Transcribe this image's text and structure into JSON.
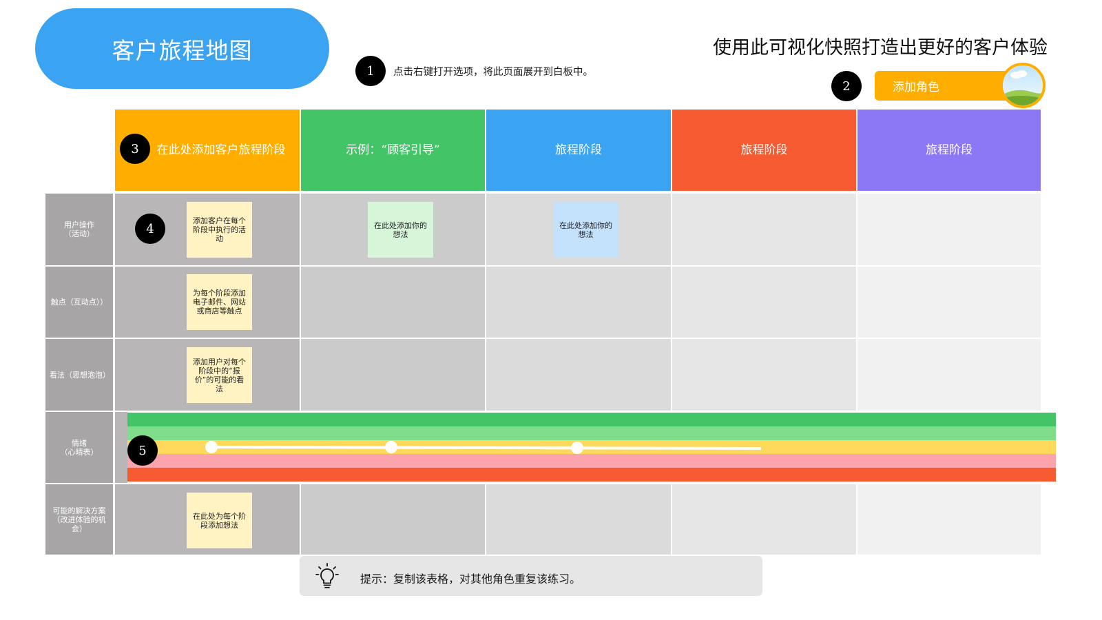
{
  "header": {
    "title": "客户旅程地图",
    "headline": "使用此可视化快照打造出更好的客户体验",
    "instruction": "点击右键打开选项，将此页面展开到白板中。",
    "add_role_label": "添加角色"
  },
  "badges": [
    "1",
    "2",
    "3",
    "4",
    "5"
  ],
  "stages": [
    {
      "label": "在此处添加客户旅程阶段",
      "color": "#ffae00"
    },
    {
      "label": "示例：“顾客引导”",
      "color": "#43c467"
    },
    {
      "label": "旅程阶段",
      "color": "#3aa3f2"
    },
    {
      "label": "旅程阶段",
      "color": "#f55a31"
    },
    {
      "label": "旅程阶段",
      "color": "#8c78f4"
    }
  ],
  "rows": [
    {
      "label": "用户操作\n（活动）"
    },
    {
      "label": "触点（互动点））"
    },
    {
      "label": "看法（思想泡泡）"
    },
    {
      "label": "情绪\n（心晴表）"
    },
    {
      "label": "可能的解决方案（改进体验的机会）"
    }
  ],
  "stickies": {
    "actions_stage1": "添加客户在每个阶段中执行的活动",
    "actions_stage2": "在此处添加你的想法",
    "actions_stage3": "在此处添加你的想法",
    "touchpoints_stage1": "为每个阶段添加电子邮件、网站或商店等触点",
    "thoughts_stage1": "添加用户对每个阶段中的“报价”的可能的看法",
    "solutions_stage1": "在此处为每个阶段添加想法"
  },
  "sticky_colors": {
    "yellow": "#fff3c4",
    "green": "#d6f5d9",
    "blue": "#c4e2fb"
  },
  "emotion_bands": [
    "#43c467",
    "#7fdd8c",
    "#fed85b",
    "#fba4ab",
    "#f55a31"
  ],
  "tip": {
    "text": "提示：复制该表格，对其他角色重复该练习。",
    "icon": "lightbulb-icon"
  }
}
